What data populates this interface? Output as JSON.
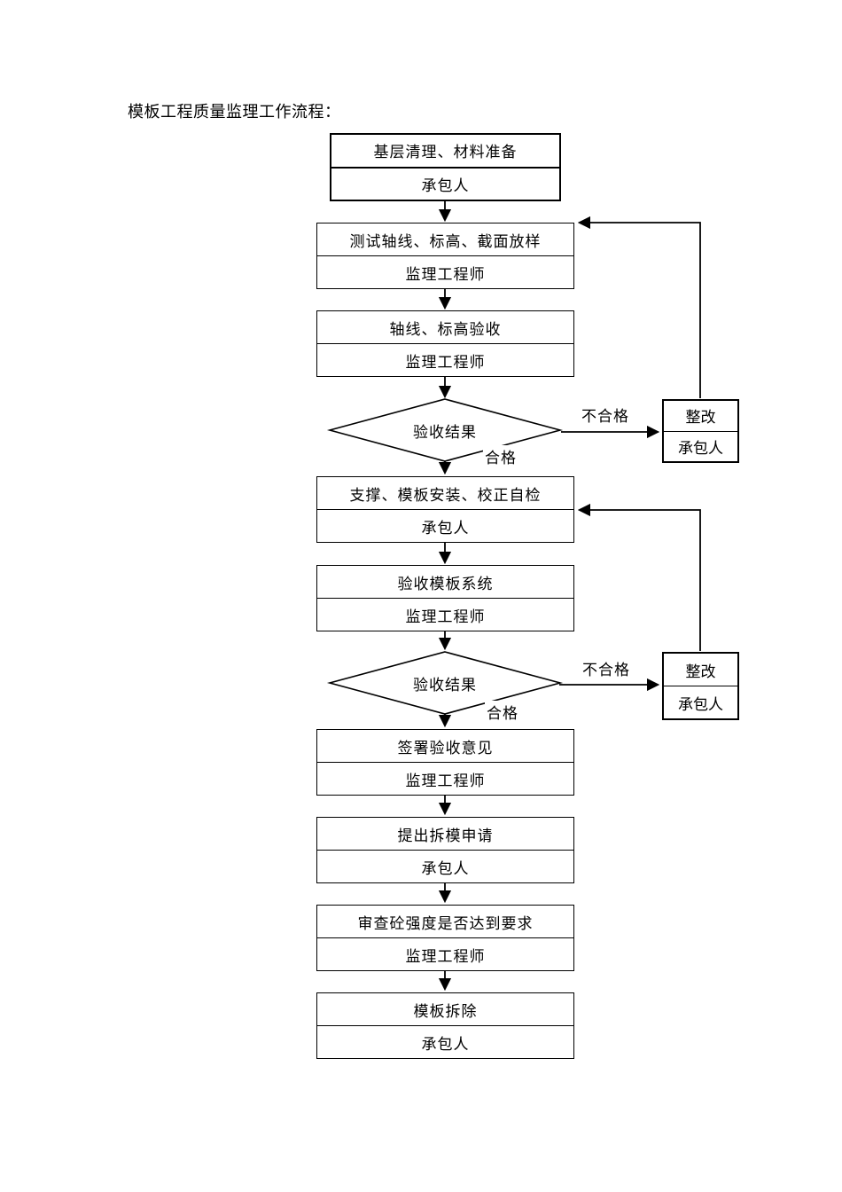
{
  "page": {
    "title": "模板工程质量监理工作流程："
  },
  "colors": {
    "line": "#000000",
    "background": "#ffffff",
    "text": "#000000"
  },
  "flow": {
    "steps": [
      {
        "action": "基层清理、材料准备",
        "actor": "承包人"
      },
      {
        "action": "测试轴线、标高、截面放样",
        "actor": "监理工程师"
      },
      {
        "action": "轴线、标高验收",
        "actor": "监理工程师"
      },
      {
        "action": "支撑、模板安装、校正自检",
        "actor": "承包人"
      },
      {
        "action": "验收模板系统",
        "actor": "监理工程师"
      },
      {
        "action": "签署验收意见",
        "actor": "监理工程师"
      },
      {
        "action": "提出拆模申请",
        "actor": "承包人"
      },
      {
        "action": "审查砼强度是否达到要求",
        "actor": "监理工程师"
      },
      {
        "action": "模板拆除",
        "actor": "承包人"
      }
    ],
    "decisions": [
      {
        "label": "验收结果",
        "pass_label": "合格",
        "fail_label": "不合格"
      },
      {
        "label": "验收结果",
        "pass_label": "合格",
        "fail_label": "不合格"
      }
    ],
    "rework": [
      {
        "action": "整改",
        "actor": "承包人"
      },
      {
        "action": "整改",
        "actor": "承包人"
      }
    ]
  }
}
